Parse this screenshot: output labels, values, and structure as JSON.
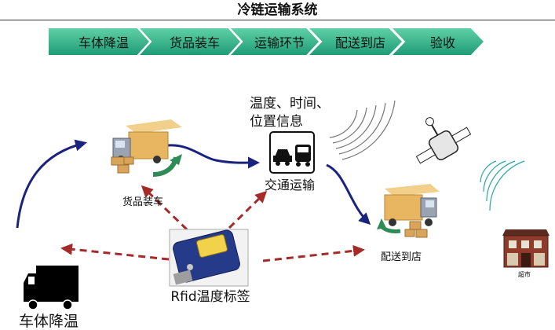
{
  "title": "冷链运输系统",
  "process_steps": [
    "车体降温",
    "货品装车",
    "运输环节",
    "配送到店",
    "验收"
  ],
  "nodes": {
    "loading_label": "货品装车",
    "transport_label": "交通运输",
    "delivery_label": "配送到店",
    "rfid_label": "Rfid温度标签",
    "cooling_label": "车体降温",
    "info_line1": "温度、时间、",
    "info_line2": "位置信息",
    "store_sign": "超市"
  },
  "colors": {
    "flow_arrow": "#1a237e",
    "data_arrow": "#a52a2a",
    "chevron": "#2eb086",
    "truck_box": "#e8b660"
  },
  "icons": [
    "truck-icon",
    "transport-sign-icon",
    "satellite-icon",
    "signal-waves-icon",
    "rfid-reader-icon",
    "store-icon",
    "cooling-truck-icon"
  ]
}
